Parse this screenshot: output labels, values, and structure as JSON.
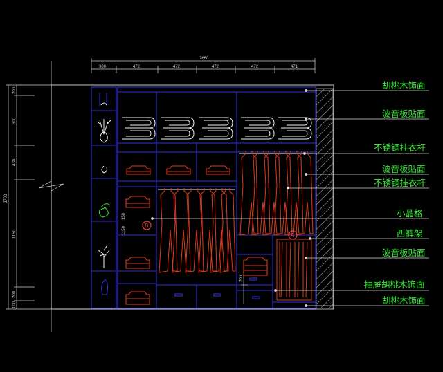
{
  "colors": {
    "background": "#000000",
    "outline": "#d9d9d9",
    "cabinet_blue": "#2f2fd8",
    "garment_red": "#e03a1a",
    "leader_text_green": "#39e639",
    "plant_white": "#f0f0f0",
    "hatch": "#9a9a9a"
  },
  "dimensions": {
    "overall_width": "2660",
    "top_segments": [
      "300",
      "472",
      "472",
      "472",
      "472",
      "471"
    ],
    "left_overall_height": "2700",
    "left_segments": [
      "200",
      "600",
      "430",
      "1150",
      "200",
      "100"
    ],
    "inner_small": "1150",
    "inner_small_2": "150",
    "inner_vertical": "200"
  },
  "markers": {
    "b": "B",
    "a": "A"
  },
  "callouts": [
    "胡桃木饰面",
    "波音板贴面",
    "不锈钢挂衣杆",
    "波音板贴面",
    "不锈钢挂衣杆",
    "小晶格",
    "西裤架",
    "波音板贴面",
    "抽屉胡桃木饰面",
    "胡桃木饰面"
  ]
}
